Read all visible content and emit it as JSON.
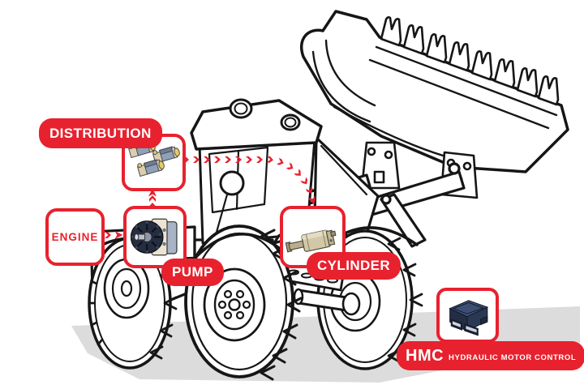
{
  "diagram": {
    "type": "hydraulic-system-diagram",
    "subject": "wheel-loader",
    "callouts": {
      "distribution": {
        "label": "DISTRIBUTION",
        "icon": "distribution-valves-icon"
      },
      "engine": {
        "label": "ENGINE"
      },
      "pump": {
        "label": "PUMP",
        "icon": "gear-pump-icon"
      },
      "cylinder": {
        "label": "CYLINDER",
        "icon": "hydraulic-cylinder-icon"
      },
      "hmc": {
        "label": "HMC",
        "sublabel": "HYDRAULIC MOTOR CONTROL",
        "icon": "hmc-controller-icon"
      }
    },
    "flows": [
      {
        "from": "ENGINE",
        "to": "PUMP"
      },
      {
        "from": "PUMP",
        "to": "DISTRIBUTION"
      },
      {
        "from": "DISTRIBUTION",
        "to": "CYLINDER"
      }
    ],
    "colors": {
      "accent_red": "#e8212e",
      "outline_black": "#161616",
      "shadow_gray": "#dcdcdc",
      "valve_steel_blue": "#8fa0b8",
      "valve_tan": "#d9cdb2",
      "valve_yellow": "#e3cd62",
      "pump_navy": "#252d40",
      "pump_cream": "#ece4d2",
      "cylinder_khaki": "#d2c8a8",
      "hmc_navy": "#2b3854",
      "background": "#ffffff"
    }
  }
}
